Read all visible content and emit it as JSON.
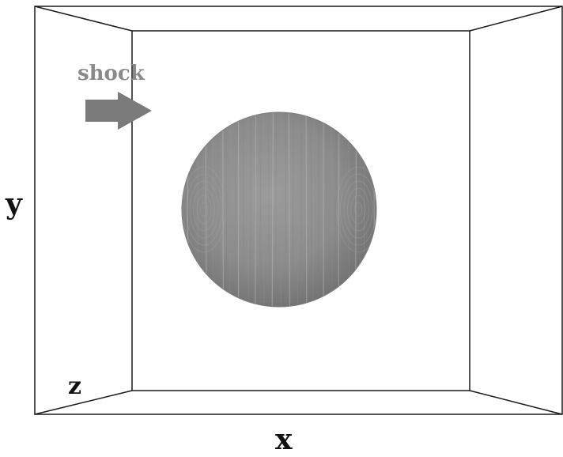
{
  "labels": {
    "shock": "shock",
    "x_axis": "x",
    "y_axis": "y",
    "z_axis": "z"
  },
  "colors": {
    "frame": "#1a1a1a",
    "shock_arrow": "#7a7a7a",
    "shock_text": "#8a8a8a",
    "sphere_light": "#a8a8a8",
    "sphere_mid": "#8a8a8a",
    "sphere_dark": "#6a6a6a"
  }
}
